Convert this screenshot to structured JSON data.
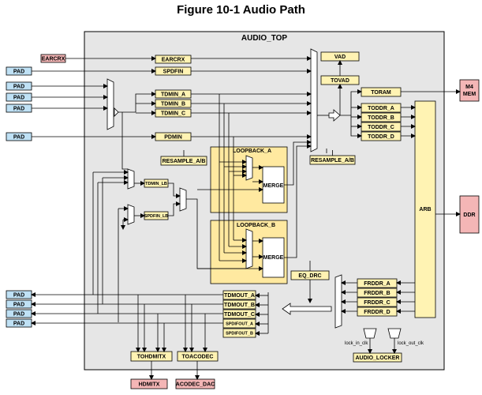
{
  "figure": {
    "title": "Figure 10-1 Audio Path",
    "top_label": "AUDIO_TOP"
  },
  "blocks": {
    "earcrx_ext": "EARCRX",
    "earcrx": "EARCRX",
    "spdfin": "SPDFIN",
    "tdmin_a": "TDMIN_A",
    "tdmin_b": "TDMIN_B",
    "tdmin_c": "TDMIN_C",
    "pdmin": "PDMIN",
    "vad": "VAD",
    "tovad": "TOVAD",
    "toram": "TORAM",
    "toddr_a": "TODDR_A",
    "toddr_b": "TODDR_B",
    "toddr_c": "TODDR_C",
    "toddr_d": "TODDR_D",
    "m4mem_line1": "M4",
    "m4mem_line2": "MEM",
    "loopback_a": "LOOPBACK_A",
    "loopback_b": "LOOPBACK_B",
    "merge_a": "MERGE",
    "merge_b": "MERGE",
    "resample_left": "RESAMPLE_A/B",
    "resample_right": "RESAMPLE_A/B",
    "tdmin_lb": "TDMIN_LB",
    "spdfin_lb": "SPDFIN_LB",
    "arb": "ARB",
    "ddr": "DDR",
    "eq_drc": "EQ_DRC",
    "frddr_a": "FRDDR_A",
    "frddr_b": "FRDDR_B",
    "frddr_c": "FRDDR_C",
    "frddr_d": "FRDDR_D",
    "tdmout_a": "TDMOUT_A",
    "tdmout_b": "TDMOUT_B",
    "tdmout_c": "TDMOUT_C",
    "spdifout_a": "SPDIFOUT_A",
    "spdifout_b": "SPDIFOUT_B",
    "tohdmitx": "TOHDMITX",
    "toacodec": "TOACODEC",
    "hdmitx": "HDMITX",
    "acodec_dac": "ACODEC_DAC",
    "audio_locker": "AUDIO_LOCKER",
    "lock_in_clk": "lock_in_clk",
    "lock_out_clk": "lock_out_clk"
  },
  "pads": {
    "in1": "PAD",
    "in2": "PAD",
    "in3": "PAD",
    "in4": "PAD",
    "in5": "PAD",
    "out1": "PAD",
    "out2": "PAD",
    "out3": "PAD",
    "out4": "PAD"
  }
}
